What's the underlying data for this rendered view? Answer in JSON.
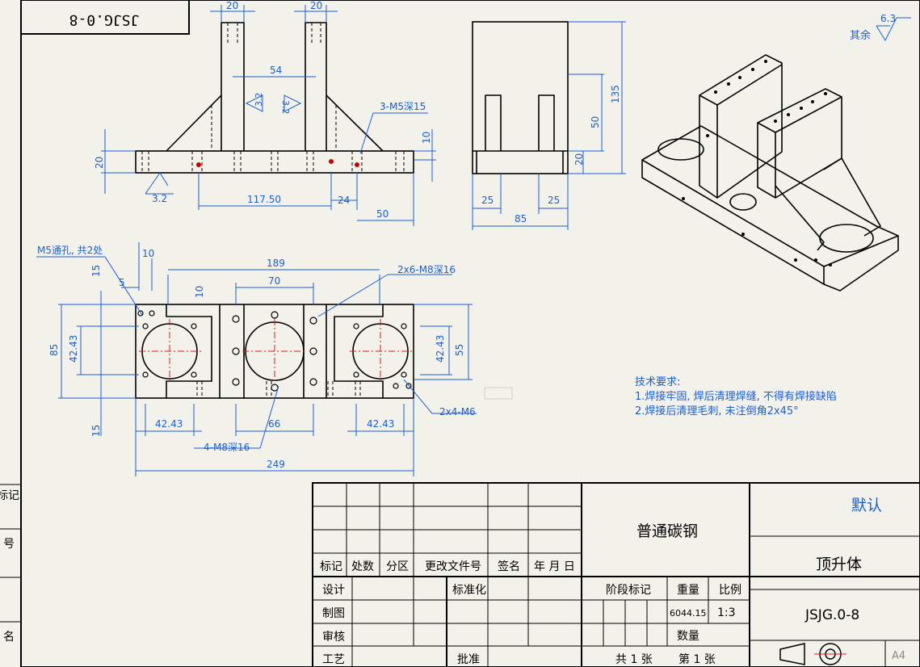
{
  "drawing": {
    "mirrored_code": "JSJG.0-8",
    "roughness_note": "其余",
    "roughness_value": "6.3",
    "dims": {
      "front": {
        "top_w1": "20",
        "top_w2": "20",
        "span54": "54",
        "h20": "20",
        "h10": "10",
        "d117": "117.50",
        "d24": "24",
        "d50": "50",
        "rough1": "3.2",
        "rough2": "3.2",
        "rough3": "3.2",
        "hole_note": "3-M5深15"
      },
      "side": {
        "h135": "135",
        "h50": "50",
        "h20": "20",
        "w25a": "25",
        "w25b": "25",
        "w85": "85"
      },
      "plan": {
        "note_m5": "M5通孔, 共2处",
        "d10a": "10",
        "d189": "189",
        "note_m8": "2x6-M8深16",
        "d15a": "15",
        "d5": "5",
        "d70": "70",
        "d10b": "10",
        "d85": "85",
        "d42a": "42.43",
        "d42b": "42.43",
        "d55": "55",
        "d42c": "42.43",
        "d66": "66",
        "d42d": "42.43",
        "d15b": "15",
        "note_m8b": "4-M8深16",
        "note_m6": "2x4-M6",
        "d249": "249"
      }
    },
    "tech": {
      "title": "技术要求:",
      "line1": "1.焊接牢固, 焊后清理焊缝, 不得有焊接缺陷",
      "line2": "2.焊接后清理毛刺, 未注倒角2x45°"
    }
  },
  "title_block": {
    "material": "普通碳钢",
    "default_label": "默认",
    "part_name": "顶升体",
    "drawing_no": "JSJG.0-8",
    "row_headers": [
      "标记",
      "处数",
      "分区",
      "更改文件号",
      "签名",
      "年 月 日"
    ],
    "design": "设计",
    "standardize": "标准化",
    "stage_mark": "阶段标记",
    "weight_label": "重量",
    "scale_label": "比例",
    "drawing": "制图",
    "weight_value": "6044.15",
    "scale_value": "1:3",
    "review": "审核",
    "quantity": "数量",
    "process": "工艺",
    "approve": "批准",
    "sheets_total": "共 1 张",
    "sheet_num": "第 1 张",
    "paper_size": "A4"
  },
  "left_margin": {
    "labels": [
      "标记",
      "号",
      "名"
    ]
  },
  "colors": {
    "line": "#000000",
    "dim": "#1a5fd6",
    "center": "#d42020",
    "paper": "#f2f1ea"
  }
}
